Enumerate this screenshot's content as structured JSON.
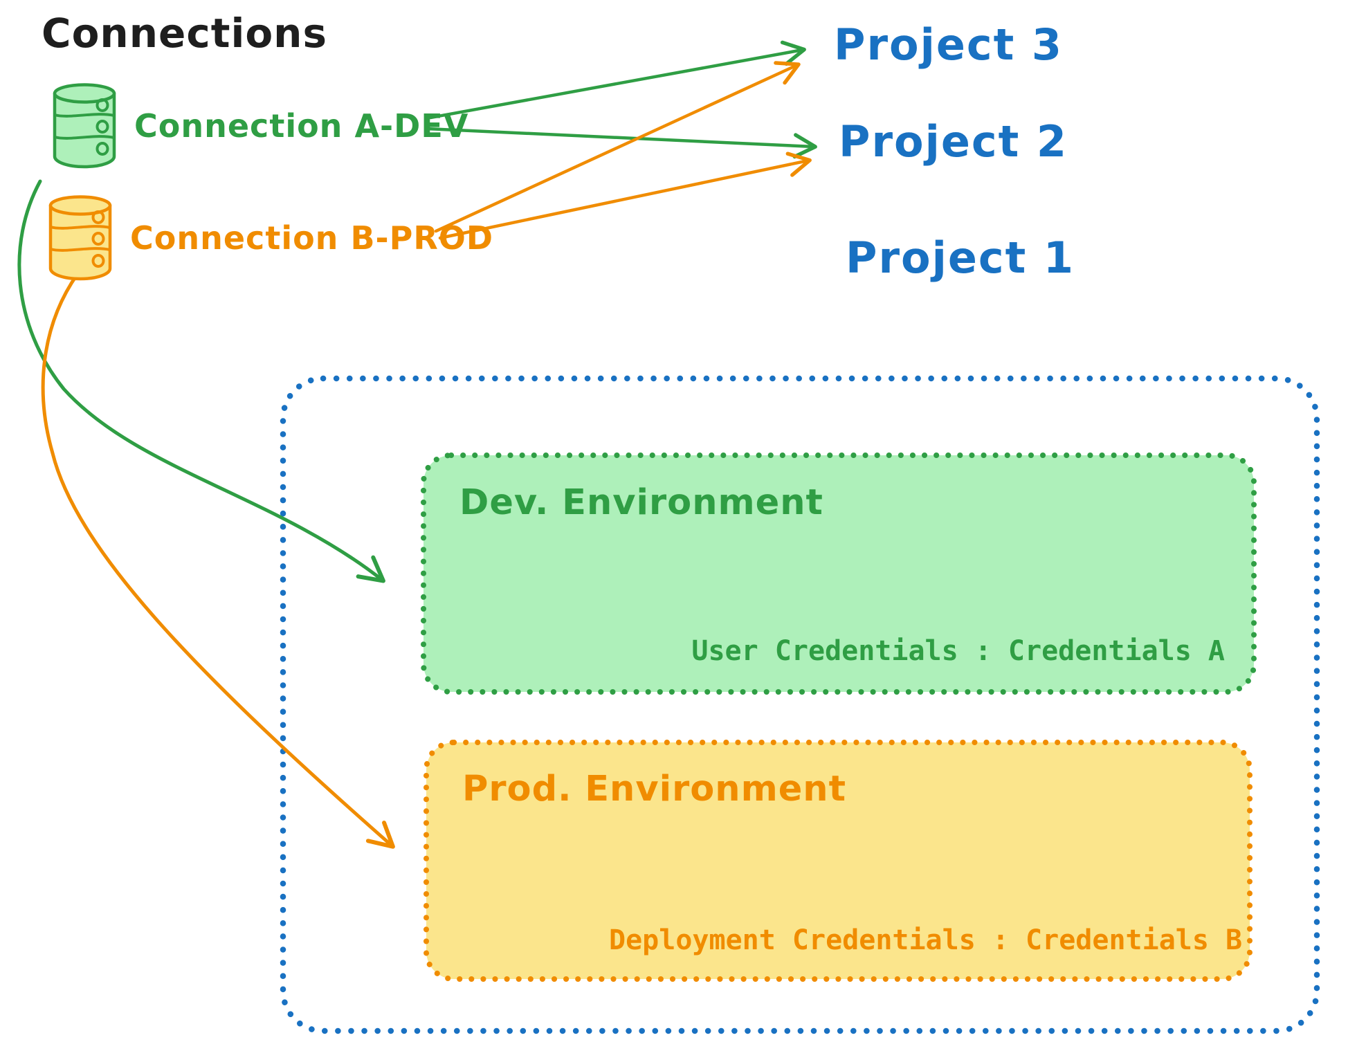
{
  "title": "Connections",
  "colors": {
    "black": "#1e1e1e",
    "green_stroke": "#2f9e44",
    "green_fill": "#aef0ba",
    "orange_stroke": "#f08c00",
    "orange_fill": "#fbe58c",
    "blue": "#1971c2"
  },
  "connections": [
    {
      "label": "Connection A-DEV",
      "icon": "database-icon",
      "color": "#2f9e44"
    },
    {
      "label": "Connection B-PROD",
      "icon": "database-icon",
      "color": "#f08c00"
    }
  ],
  "projects": [
    {
      "label": "Project 3"
    },
    {
      "label": "Project 2"
    },
    {
      "label": "Project 1"
    }
  ],
  "project1_box": {
    "dev_environment": {
      "title": "Dev. Environment",
      "credentials_label": "User Credentials : Credentials A"
    },
    "prod_environment": {
      "title": "Prod. Environment",
      "credentials_label": "Deployment Credentials : Credentials B"
    }
  },
  "edges": [
    {
      "from": "Connection A-DEV",
      "to": "Project 3",
      "color": "#2f9e44",
      "style": "straight"
    },
    {
      "from": "Connection A-DEV",
      "to": "Project 2",
      "color": "#2f9e44",
      "style": "straight"
    },
    {
      "from": "Connection B-PROD",
      "to": "Project 3",
      "color": "#f08c00",
      "style": "straight"
    },
    {
      "from": "Connection B-PROD",
      "to": "Project 2",
      "color": "#f08c00",
      "style": "straight"
    },
    {
      "from": "Connection A-DEV",
      "to": "Dev. Environment",
      "color": "#2f9e44",
      "style": "curved"
    },
    {
      "from": "Connection B-PROD",
      "to": "Prod. Environment",
      "color": "#f08c00",
      "style": "curved"
    }
  ]
}
